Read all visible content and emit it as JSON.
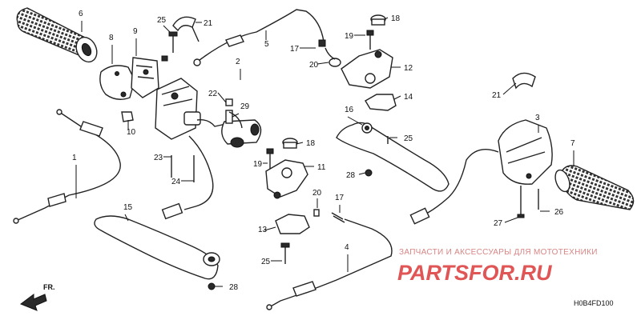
{
  "diagram": {
    "figure_code": "H0B4FD100",
    "direction_label": "FR.",
    "callouts": [
      "1",
      "2",
      "3",
      "4",
      "5",
      "6",
      "7",
      "8",
      "9",
      "10",
      "11",
      "12",
      "13",
      "14",
      "15",
      "16",
      "17",
      "17",
      "18",
      "18",
      "19",
      "19",
      "20",
      "20",
      "21",
      "21",
      "22",
      "23",
      "24",
      "25",
      "25",
      "25",
      "26",
      "27",
      "28",
      "28",
      "29"
    ],
    "watermark": {
      "subtitle": "ЗАПЧАСТИ И АКСЕССУАРЫ ДЛЯ МОТОТЕХНИКИ",
      "title": "PARTSFOR.RU",
      "color": "#e05555"
    }
  }
}
